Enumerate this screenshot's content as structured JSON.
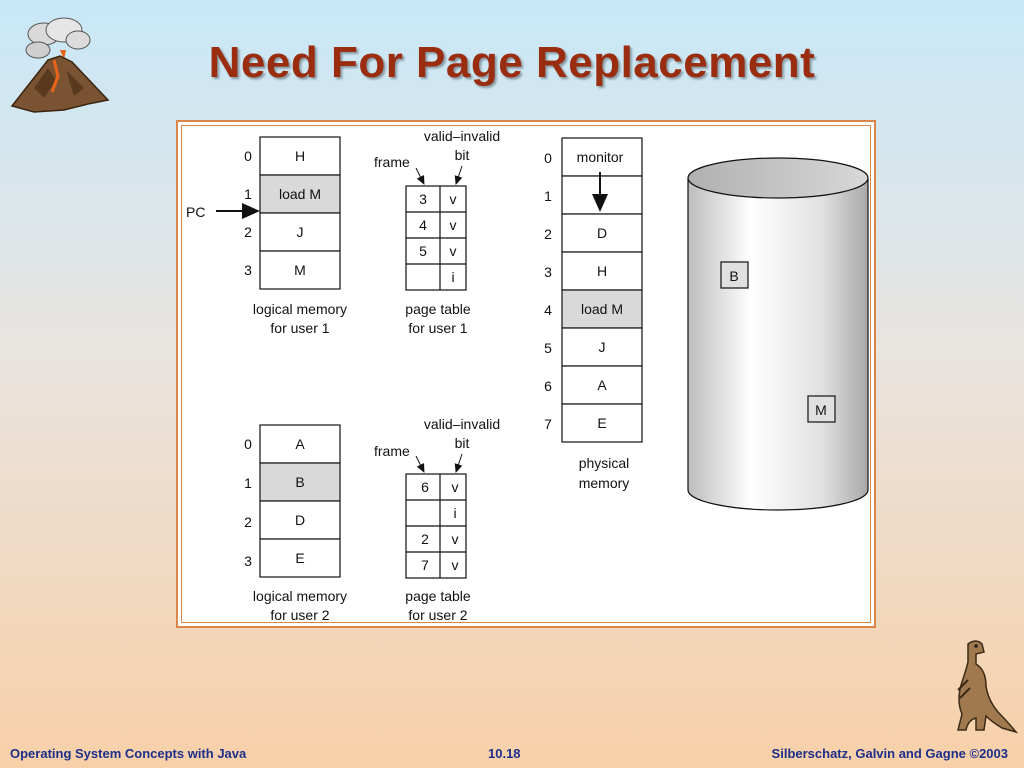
{
  "slide": {
    "title": "Need For Page Replacement"
  },
  "footer": {
    "left": "Operating System Concepts with Java",
    "center": "10.18",
    "right": "Silberschatz, Galvin and Gagne ©2003"
  },
  "diagram": {
    "pc_label": "PC",
    "user1_memory": {
      "caption_line1": "logical memory",
      "caption_line2": "for user 1",
      "indices": [
        "0",
        "1",
        "2",
        "3"
      ],
      "cells": [
        "H",
        "load M",
        "J",
        "M"
      ]
    },
    "user2_memory": {
      "caption_line1": "logical memory",
      "caption_line2": "for user 2",
      "indices": [
        "0",
        "1",
        "2",
        "3"
      ],
      "cells": [
        "A",
        "B",
        "D",
        "E"
      ]
    },
    "page_table_1": {
      "vi_label_line1": "valid–invalid",
      "vi_label_line2": "bit",
      "frame_label": "frame",
      "caption_line1": "page table",
      "caption_line2": "for user 1",
      "frames": [
        "3",
        "4",
        "5",
        ""
      ],
      "bits": [
        "v",
        "v",
        "v",
        "i"
      ]
    },
    "page_table_2": {
      "vi_label_line1": "valid–invalid",
      "vi_label_line2": "bit",
      "frame_label": "frame",
      "caption_line1": "page table",
      "caption_line2": "for user 2",
      "frames": [
        "6",
        "",
        "2",
        "7"
      ],
      "bits": [
        "v",
        "i",
        "v",
        "v"
      ]
    },
    "physical_memory": {
      "caption_line1": "physical",
      "caption_line2": "memory",
      "indices": [
        "0",
        "1",
        "2",
        "3",
        "4",
        "5",
        "6",
        "7"
      ],
      "cells": [
        "monitor",
        "",
        "D",
        "H",
        "load M",
        "J",
        "A",
        "E"
      ]
    },
    "disk": {
      "block_b": "B",
      "block_m": "M"
    }
  },
  "colors": {
    "title": "#9a2c10",
    "footer": "#1c2f8a",
    "frame_border": "#d8864a",
    "shaded_cell": "#d9d9d9"
  }
}
